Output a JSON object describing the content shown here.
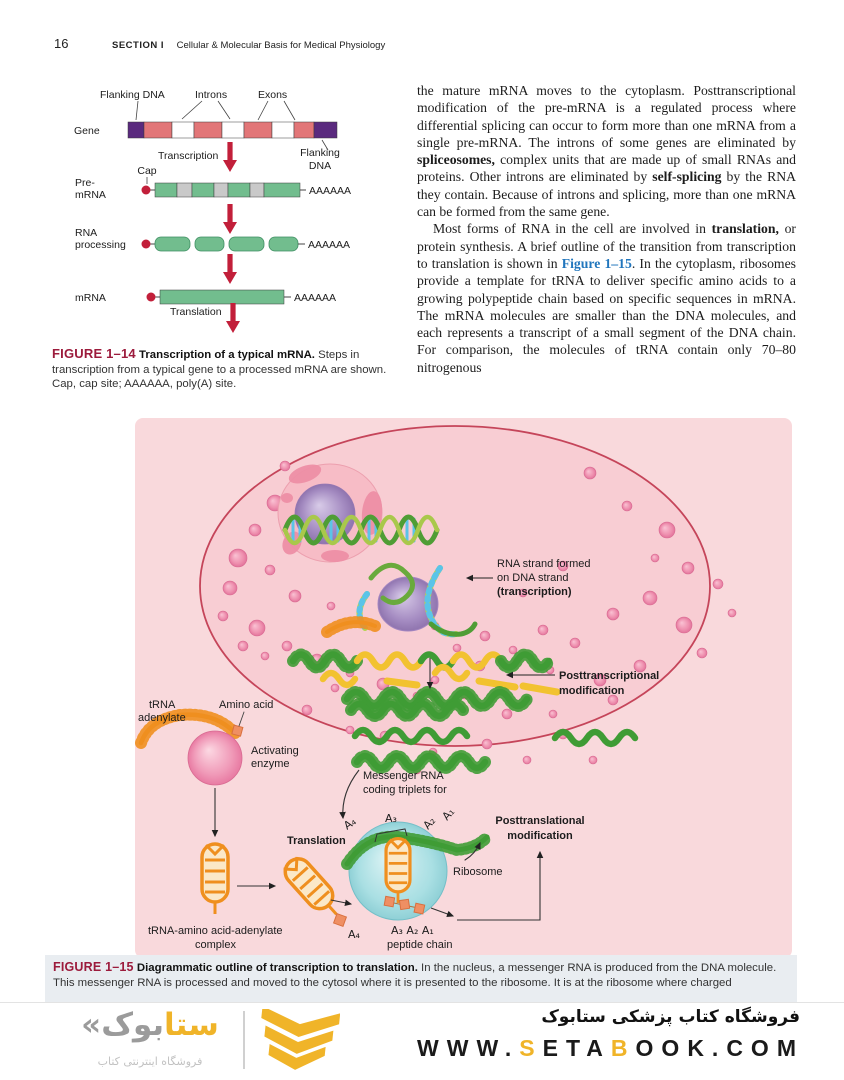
{
  "header": {
    "page_number": "16",
    "section_label": "SECTION I",
    "section_title": "Cellular & Molecular Basis for Medical Physiology"
  },
  "fig14": {
    "flanking_dna": "Flanking DNA",
    "introns": "Introns",
    "exons": "Exons",
    "gene": "Gene",
    "transcription": "Transcription",
    "flanking": "Flanking",
    "dna": "DNA",
    "cap": "Cap",
    "pre": "Pre-",
    "pre_mrna2": "mRNA",
    "poly_a": "AAAAAA",
    "rna": "RNA",
    "processing": "processing",
    "mrna": "mRNA",
    "translation": "Translation",
    "caption_label": "FIGURE 1–14",
    "caption_title": " Transcription of a typical mRNA.",
    "caption_body": " Steps in transcription from a typical gene to a processed mRNA are shown. Cap, cap site; AAAAAA, poly(A) site."
  },
  "article": {
    "p1": {
      "s0": "the mature mRNA moves to the cytoplasm. Posttranscriptional modification of the pre-mRNA is a regulated process where differential splicing can occur to form more than one mRNA from a single pre-mRNA. The introns of some genes are eliminated by ",
      "s1": "spliceosomes,",
      "s2": " complex units that are made up of small RNAs and proteins. Other introns are eliminated by ",
      "s3": "self-splicing",
      "s4": " by the RNA they contain. Because of introns and splicing, more than one mRNA can be formed from the same gene."
    },
    "p2": {
      "s0": "Most forms of RNA in the cell are involved in ",
      "s1": "translation,",
      "s2": " or protein synthesis. A brief outline of the transition from transcription to translation is shown in ",
      "s3": "Figure 1–15",
      "s4": ". In the cytoplasm, ribosomes provide a template for tRNA to deliver specific amino acids to a growing polypeptide chain based on specific sequences in mRNA. The mRNA molecules are smaller than the DNA molecules, and each represents a transcript of a small segment of the DNA chain. For comparison, the molecules of tRNA contain only 70–80 nitrogenous"
    }
  },
  "fig15": {
    "rna_strand_l1": "RNA strand formed",
    "rna_strand_l2": "on DNA strand",
    "rna_strand_l3": "(transcription)",
    "posttranscriptional_l1": "Posttranscriptional",
    "posttranscriptional_l2": "modification",
    "trna_l1": "tRNA",
    "trna_l2": "adenylate",
    "amino_acid": "Amino acid",
    "activating_l1": "Activating",
    "activating_l2": "enzyme",
    "messenger_l1": "Messenger RNA",
    "messenger_l2": "coding triplets for",
    "translation": "Translation",
    "ribosome": "Ribosome",
    "posttranslational_l1": "Posttranslational",
    "posttranslational_l2": "modification",
    "complex_l1": "tRNA-amino acid-adenylate",
    "complex_l2": "complex",
    "a1": "A₁",
    "a2": "A₂",
    "a3": "A₃",
    "a4": "A₄",
    "peptide_seq": "A₃ A₂ A₁",
    "peptide_chain": "peptide chain",
    "caption_label": "FIGURE 1–15",
    "caption_title": " Diagrammatic outline of transcription to translation.",
    "caption_body": " In the nucleus, a messenger RNA is produced from the DNA molecule. This messenger RNA is processed and moved to the cytosol where it is presented to the ribosome. It is at the ribosome where charged"
  },
  "footer": {
    "logo_mark": "«",
    "logo_word_gray": "بوک",
    "logo_word_yellow": "ستا",
    "logo_subtitle": "فروشگاه اینترنتی کتاب",
    "store_title": "فروشگاه کتاب پزشکی ستابوک",
    "url_s0": "WWW.",
    "url_s1": "S",
    "url_s2": "ETA",
    "url_s3": "B",
    "url_s4": "OOK.COM"
  },
  "colors": {
    "figure_label_maroon": "#9c1b3c",
    "figure_ref_blue": "#2176bd",
    "brand_yellow": "#f0b429",
    "fig15_background_pink": "#f9d9dc",
    "nucleus_pink": "#f8cdd3",
    "mrna_green": "#3f9c35",
    "mrna_yellow": "#f2c230",
    "trna_orange": "#ef8f1f",
    "red_arrow": "#c21f3a"
  }
}
